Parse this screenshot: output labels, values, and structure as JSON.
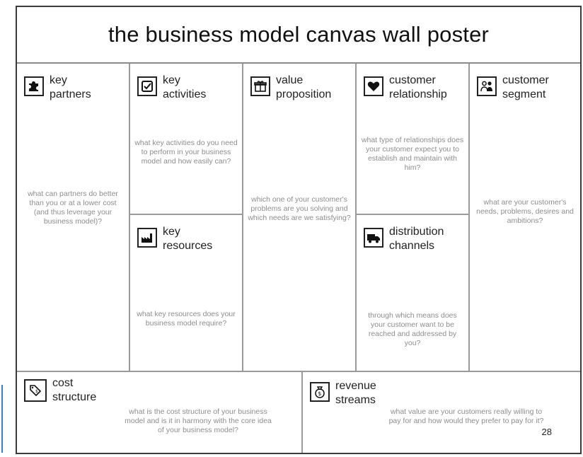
{
  "title": "the business model canvas wall poster",
  "blocks": {
    "key_partners": {
      "line1": "key",
      "line2": "partners",
      "icon": "puzzle-icon",
      "question": "what can partners do better than you or at a lower cost (and thus leverage your business model)?"
    },
    "key_activities": {
      "line1": "key",
      "line2": "activities",
      "icon": "checkbox-icon",
      "question": "what key activities do you need to perform in your business model and how easily can?"
    },
    "key_resources": {
      "line1": "key",
      "line2": "resources",
      "icon": "factory-icon",
      "question": "what key resources does your business model require?"
    },
    "value_proposition": {
      "line1": "value",
      "line2": "proposition",
      "icon": "gift-icon",
      "question": "which one of your customer's problems are you solving and which needs are we satisfying?"
    },
    "customer_relationship": {
      "line1": "customer",
      "line2": "relationship",
      "icon": "heart-icon",
      "question": "what type of relationships does your customer expect you to establish and maintain with him?"
    },
    "distribution_channels": {
      "line1": "distribution",
      "line2": "channels",
      "icon": "truck-icon",
      "question": "through which means does your customer want to be reached and addressed by you?"
    },
    "customer_segment": {
      "line1": "customer",
      "line2": "segment",
      "icon": "people-icon",
      "question": "what are your customer's needs, problems, desires and ambitions?"
    },
    "cost_structure": {
      "line1": "cost",
      "line2": "structure",
      "icon": "price-tag-icon",
      "question": "what is the cost structure of your business model and is it in harmony with the core idea of your business model?"
    },
    "revenue_streams": {
      "line1": "revenue",
      "line2": "streams",
      "icon": "money-bag-icon",
      "question": "what value are your customers really willing to pay for and how would they prefer to pay for it?"
    }
  },
  "page_number": "28"
}
